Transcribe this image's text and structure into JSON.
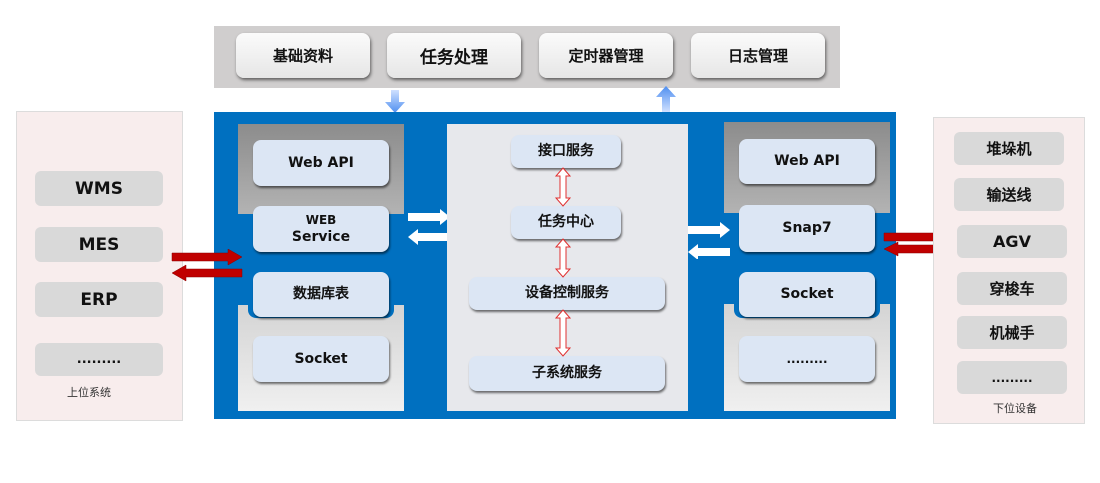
{
  "top_bar": {
    "buttons": [
      {
        "label": "基础资料"
      },
      {
        "label": "任务处理"
      },
      {
        "label": "定时器管理"
      },
      {
        "label": "日志管理"
      }
    ]
  },
  "upper_systems": {
    "caption": "上位系统",
    "items": [
      {
        "label": "WMS"
      },
      {
        "label": "MES"
      },
      {
        "label": "ERP"
      },
      {
        "label": "........."
      }
    ]
  },
  "left_interfaces": {
    "items": [
      {
        "label": "Web API"
      },
      {
        "label": "WEB Service",
        "line1": "WEB",
        "line2": "Service"
      },
      {
        "label": "数据库表"
      },
      {
        "label": "Socket"
      }
    ]
  },
  "core_services": {
    "items": [
      {
        "label": "接口服务"
      },
      {
        "label": "任务中心"
      },
      {
        "label": "设备控制服务"
      },
      {
        "label": "子系统服务"
      }
    ]
  },
  "right_interfaces": {
    "items": [
      {
        "label": "Web API"
      },
      {
        "label": "Snap7"
      },
      {
        "label": "Socket"
      },
      {
        "label": "........."
      }
    ]
  },
  "lower_devices": {
    "caption": "下位设备",
    "items": [
      {
        "label": "堆垛机"
      },
      {
        "label": "输送线"
      },
      {
        "label": "AGV"
      },
      {
        "label": "穿梭车"
      },
      {
        "label": "机械手"
      },
      {
        "label": "........."
      }
    ]
  },
  "colors": {
    "main_blue": "#0070c0",
    "arrow_red": "#c00000",
    "arrow_light_blue": "#5b9bf5",
    "service_box": "#dce6f4"
  }
}
